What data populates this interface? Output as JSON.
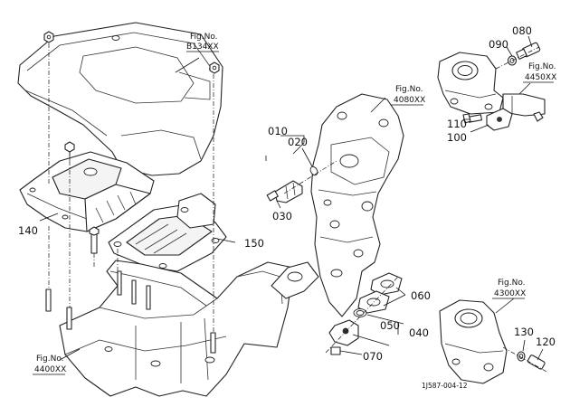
{
  "callouts": {
    "p010": "010",
    "p020": "020",
    "p030": "030",
    "p040": "040",
    "p050": "050",
    "p060": "060",
    "p070": "070",
    "p080": "080",
    "p090": "090",
    "p100": "100",
    "p110": "110",
    "p120": "120",
    "p130": "130",
    "p140": "140",
    "p150": "150"
  },
  "figure_refs": {
    "fig_label": "Fig.No.",
    "b134": "B134XX",
    "f4080": "4080XX",
    "f4450": "4450XX",
    "f4300": "4300XX",
    "f4400": "4400XX"
  },
  "drawing_code": "1J587-004-12"
}
